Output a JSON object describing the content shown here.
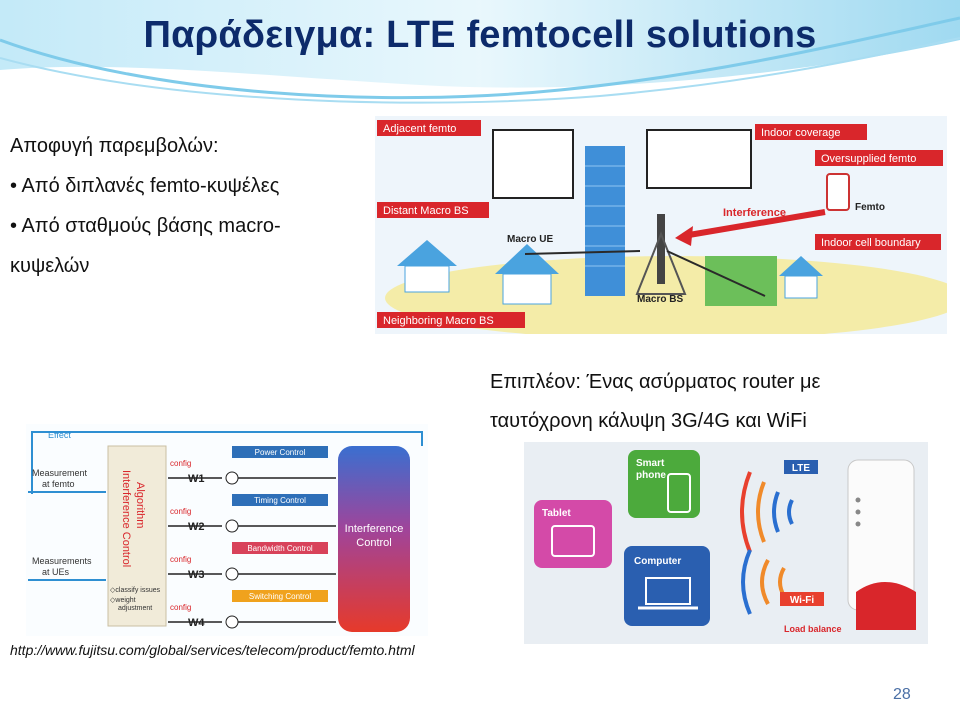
{
  "slide": {
    "title": "Παράδειγμα: LTE femtocell solutions",
    "bullets": [
      "Αποφυγή παρεμβολών:",
      "• Από διπλανές femto-κυψέλες",
      "• Από σταθμούς βάσης macro-",
      "κυψελών"
    ],
    "extra_lines": [
      "Επιπλέον: Ένας ασύρματος router με",
      "ταυτόχρονη κάλυψη 3G/4G και WiFi"
    ],
    "source_url": "http://www.fujitsu.com/global/services/telecom/product/femto.html",
    "page_number": "28"
  },
  "network_figure": {
    "labels": {
      "adjacent_femto": "Adjacent femto",
      "indoor_coverage": "Indoor coverage",
      "oversupplied_femto": "Oversupplied femto",
      "distant_macro_bs": "Distant Macro BS",
      "femto": "Femto",
      "interference": "Interference",
      "indoor_cell_boundary": "Indoor cell boundary",
      "macro_ue": "Macro UE",
      "macro_bs": "Macro BS",
      "neighboring_macro_bs": "Neighboring Macro BS"
    }
  },
  "control_figure": {
    "effect": "Effect",
    "measurement_femto": [
      "Measurement",
      "at femto"
    ],
    "measurements_ues": [
      "Measurements",
      "at UEs"
    ],
    "algorithm": [
      "Interference Control",
      "Algorithm"
    ],
    "notes": [
      "◇classify issues",
      "◇weight",
      "adjustment"
    ],
    "config": "config",
    "weights": [
      "W1",
      "W2",
      "W3",
      "W4"
    ],
    "controls": [
      "Power Control",
      "Timing Control",
      "Bandwidth Control",
      "Switching Control"
    ],
    "output": [
      "Interference",
      "Control"
    ]
  },
  "router_figure": {
    "smartphone": [
      "Smart",
      "phone"
    ],
    "tablet": "Tablet",
    "computer": "Computer",
    "lte": "LTE",
    "wifi": "Wi-Fi",
    "load_balance": "Load balance"
  },
  "colors": {
    "title": "#0d2b6b",
    "accent_red": "#d9262b",
    "control_blue": "#2e6fb8"
  }
}
